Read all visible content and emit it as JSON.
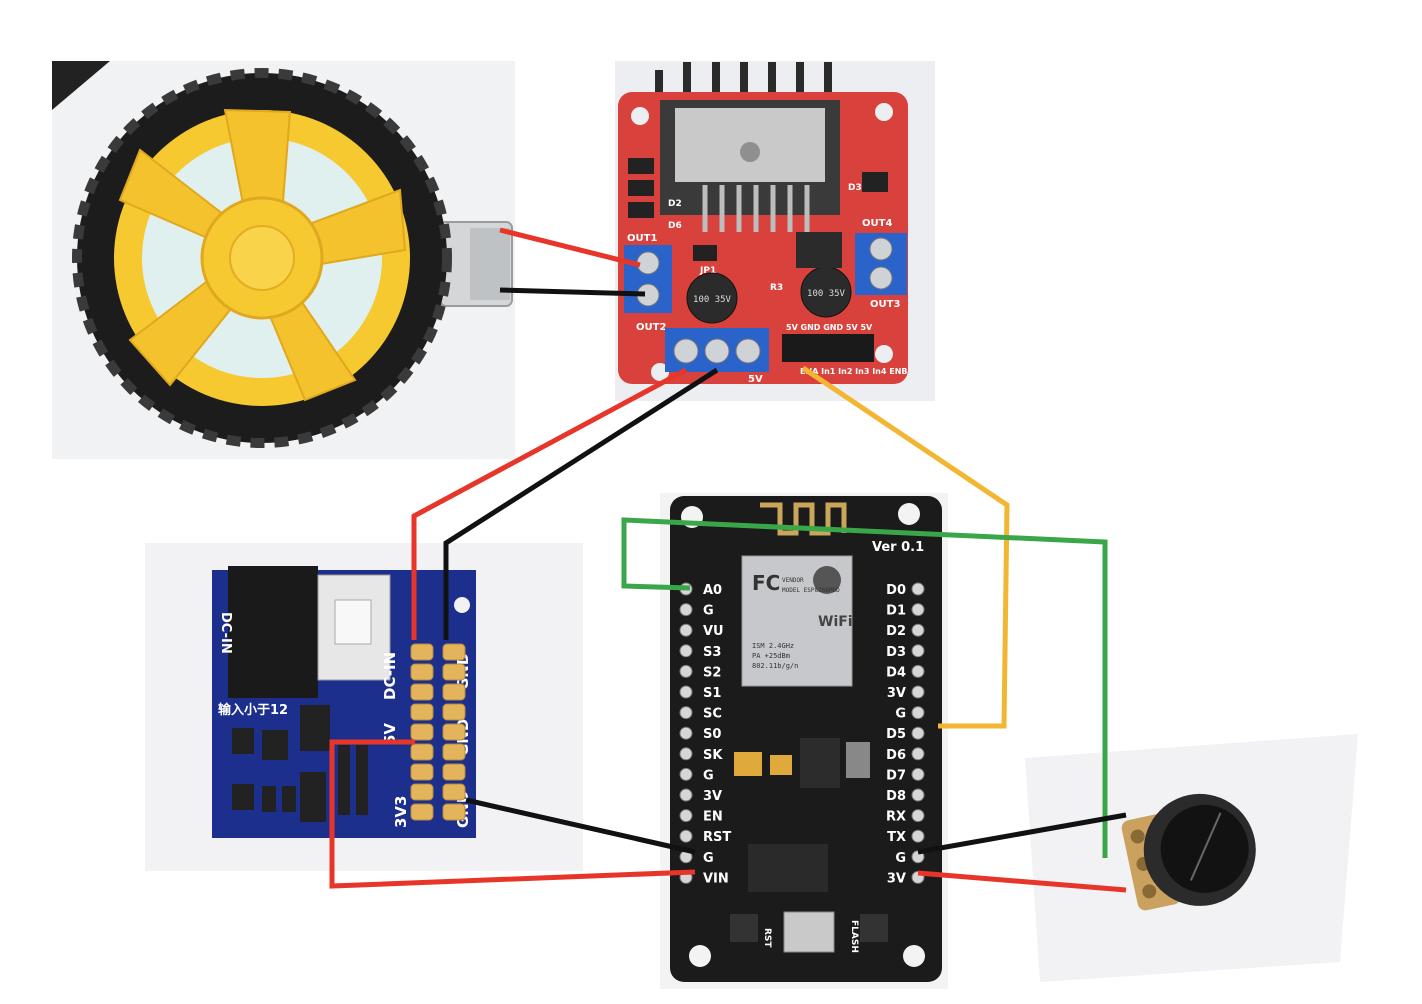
{
  "colors": {
    "wire_red": "#e8352a",
    "wire_black": "#111111",
    "wire_yellow": "#f2b632",
    "wire_green": "#3aa64a",
    "l298n_board": "#d9413c",
    "nodemcu_board": "#1b1b1b",
    "power_board": "#1d2f8c",
    "wheel_yellow": "#f6c931",
    "tire_black": "#1c1c1c",
    "terminal_blue": "#2a63c9",
    "header_pin": "#e3b45c"
  },
  "motor_driver": {
    "jumper_label": "JP1",
    "resistor_label": "R3",
    "cap_left": "100 35V",
    "cap_right": "100 35V",
    "out1": "OUT1",
    "out2": "OUT2",
    "out3": "OUT3",
    "out4": "OUT4",
    "d2": "D2",
    "d3": "D3",
    "d6": "D6",
    "header_top": "5V GND GND 5V 5V",
    "header_bottom": "ENA In1 In2 In3 In4 ENB",
    "v5": "5V"
  },
  "power_module": {
    "dc_in_side": "DC-IN",
    "input_note": "输入小于12",
    "label_dc_in": "DC-IN",
    "label_gnd_top": "GND",
    "label_5v": "5V",
    "label_gnd_mid": "GND",
    "label_3v3": "3V3",
    "label_gnd_bottom": "GND"
  },
  "nodemcu": {
    "version": "Ver 0.1",
    "chip_model": "MODEL ESP8266MOD",
    "chip_vendor": "VENDOR",
    "chip_fc": "FC",
    "chip_wifi": "WiFi",
    "chip_line1": "ISM 2.4GHz",
    "chip_line2": "PA +25dBm",
    "chip_line3": "802.11b/g/n",
    "rst_button": "RST",
    "flash_button": "FLASH",
    "left_pins": [
      "A0",
      "G",
      "VU",
      "S3",
      "S2",
      "S1",
      "SC",
      "S0",
      "SK",
      "G",
      "3V",
      "EN",
      "RST",
      "G",
      "VIN"
    ],
    "right_pins": [
      "D0",
      "D1",
      "D2",
      "D3",
      "D4",
      "3V",
      "G",
      "D5",
      "D6",
      "D7",
      "D8",
      "RX",
      "TX",
      "G",
      "3V"
    ]
  }
}
